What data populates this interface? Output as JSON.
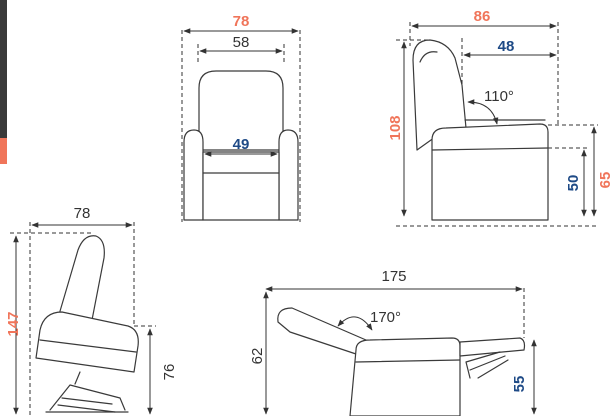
{
  "colors": {
    "orange": "#f0755a",
    "blue": "#1e4a86",
    "gray": "#333333",
    "tab_dark": "#3a3a3a"
  },
  "front_view": {
    "overall_width": "78",
    "back_width": "58",
    "seat_width": "49"
  },
  "side_view": {
    "depth": "86",
    "seat_depth": "48",
    "recline_angle": "110°",
    "height": "108",
    "seat_height": "50",
    "arm_height": "65"
  },
  "lift_view": {
    "width": "78",
    "height": "147",
    "seat_height": "76"
  },
  "reclined_view": {
    "length": "175",
    "angle": "170°",
    "height": "62",
    "footrest_height": "55"
  }
}
